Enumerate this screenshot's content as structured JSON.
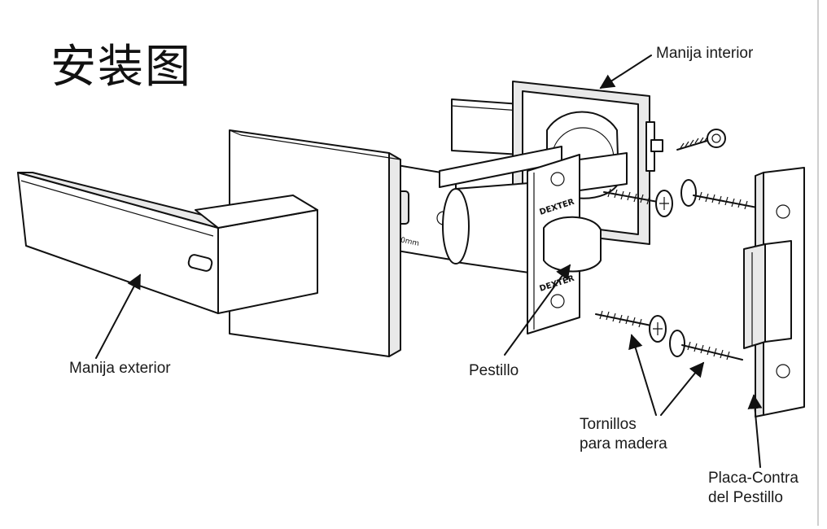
{
  "title": "安装图",
  "labels": {
    "manija_interior": "Manija interior",
    "manija_exterior": "Manija exterior",
    "pestillo": "Pestillo",
    "tornillos_line1": "Tornillos",
    "tornillos_line2": "para madera",
    "placa_line1": "Placa-Contra",
    "placa_line2": "del Pestillo"
  },
  "stamps": {
    "brand": "DEXTER",
    "latch_size": "60mm"
  }
}
